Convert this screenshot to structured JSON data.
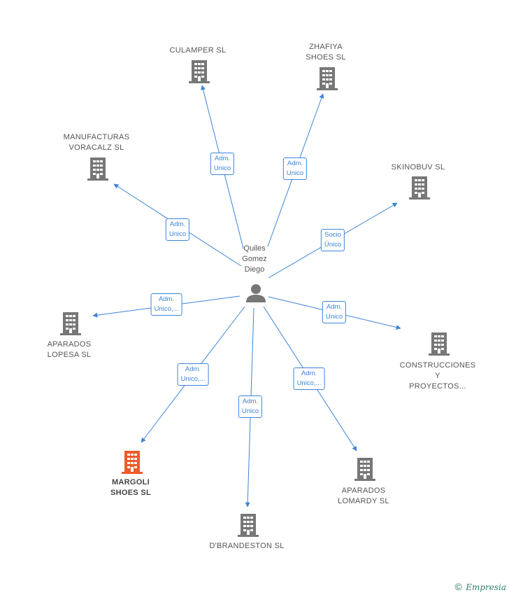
{
  "center": {
    "name_lines": [
      "Quiles",
      "Gomez",
      "Diego"
    ],
    "icon": "person-icon"
  },
  "colors": {
    "edge": "#3c84d8",
    "building": "#777777",
    "building_highlight": "#f05a28"
  },
  "companies": [
    {
      "id": "culamper",
      "lines": [
        "CULAMPER  SL"
      ],
      "highlight": false
    },
    {
      "id": "zhafiya",
      "lines": [
        "ZHAFIYA",
        "SHOES SL"
      ],
      "highlight": false
    },
    {
      "id": "manufacturas",
      "lines": [
        "MANUFACTURAS",
        "VORACALZ  SL"
      ],
      "highlight": false
    },
    {
      "id": "skinobuv",
      "lines": [
        "SKINOBUV  SL"
      ],
      "highlight": false
    },
    {
      "id": "aparados-lopesa",
      "lines": [
        "APARADOS",
        "LOPESA  SL"
      ],
      "highlight": false
    },
    {
      "id": "construcciones",
      "lines": [
        "CONSTRUCCIONES",
        "Y",
        "PROYECTOS..."
      ],
      "highlight": false
    },
    {
      "id": "margoli",
      "lines": [
        "MARGOLI",
        "SHOES  SL"
      ],
      "highlight": true
    },
    {
      "id": "aparados-lomardy",
      "lines": [
        "APARADOS",
        "LOMARDY  SL"
      ],
      "highlight": false
    },
    {
      "id": "dbrandeston",
      "lines": [
        "D'BRANDESTON SL"
      ],
      "highlight": false
    }
  ],
  "relations": [
    {
      "target": "culamper",
      "lines": [
        "Adm.",
        "Unico"
      ]
    },
    {
      "target": "zhafiya",
      "lines": [
        "Adm.",
        "Unico"
      ]
    },
    {
      "target": "manufacturas",
      "lines": [
        "Adm.",
        "Unico"
      ]
    },
    {
      "target": "skinobuv",
      "lines": [
        "Socio",
        "Único"
      ]
    },
    {
      "target": "aparados-lopesa",
      "lines": [
        "Adm.",
        "Unico,..."
      ]
    },
    {
      "target": "construcciones",
      "lines": [
        "Adm.",
        "Unico"
      ]
    },
    {
      "target": "margoli",
      "lines": [
        "Adm.",
        "Unico,..."
      ]
    },
    {
      "target": "aparados-lomardy",
      "lines": [
        "Adm.",
        "Unico,..."
      ]
    },
    {
      "target": "dbrandeston",
      "lines": [
        "Adm.",
        "Unico"
      ]
    }
  ],
  "brand": {
    "copyright": "©",
    "name": "Empresia"
  }
}
